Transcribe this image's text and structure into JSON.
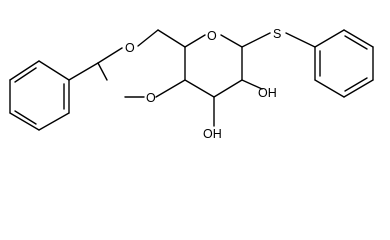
{
  "atoms": {
    "ring_oxygen_upper": "O",
    "ring_oxygen_right": "O",
    "ring_oxygen_left": "O",
    "thio_sulfur": "S",
    "hydroxyl_right": "OH",
    "hydroxyl_lower": "OH"
  },
  "colors": {
    "bond": "#000000",
    "text": "#000000",
    "background": "#ffffff"
  }
}
